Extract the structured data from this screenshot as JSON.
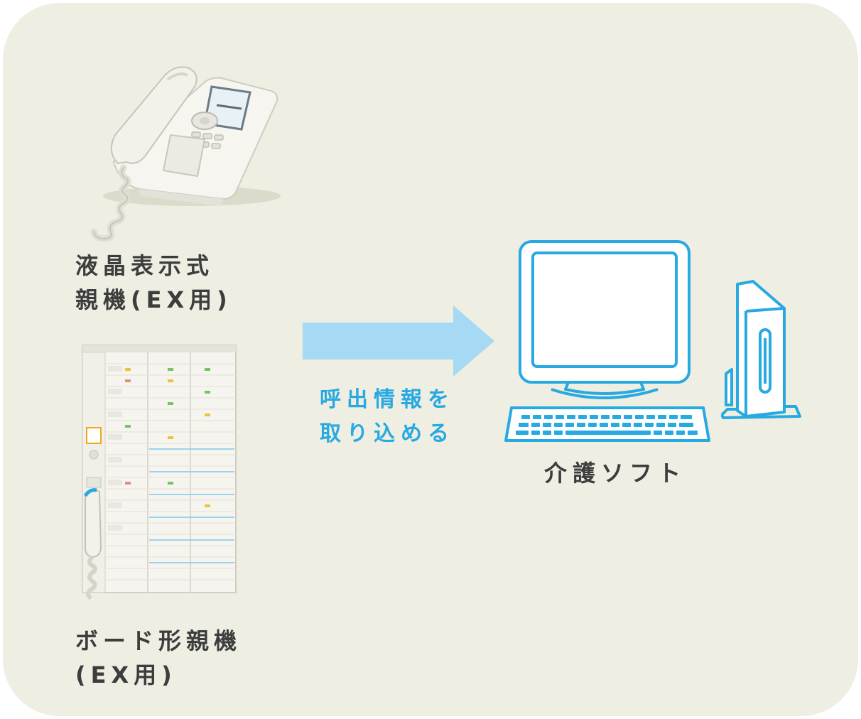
{
  "devices": {
    "lcd_master": {
      "line1": "液晶表示式",
      "line2": "親機(EX用)"
    },
    "board_master": {
      "line1": "ボード形親機",
      "line2": "(EX用)"
    }
  },
  "flow": {
    "line1": "呼出情報を",
    "line2": "取り込める"
  },
  "care_software": {
    "label": "介護ソフト"
  },
  "colors": {
    "background": "#efeee3",
    "accent_blue": "#27a9e1",
    "arrow_blue": "#a5d9f4",
    "text": "#3d3d3d"
  },
  "icons": {
    "phone": "desk-intercom-phone-icon",
    "board": "board-intercom-panel-icon",
    "arrow": "right-arrow-icon",
    "computer": "desktop-computer-icon"
  }
}
